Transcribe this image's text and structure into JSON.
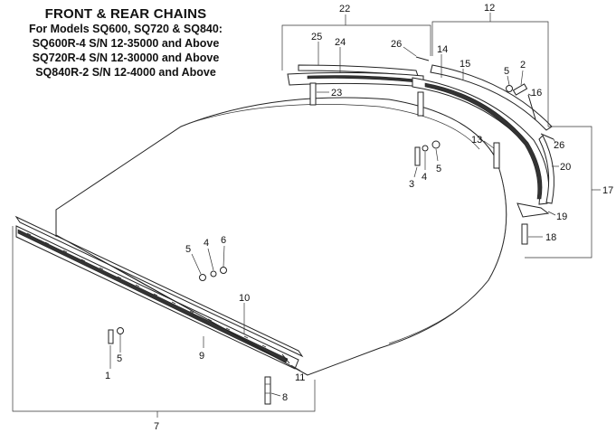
{
  "title": {
    "main": "FRONT & REAR CHAINS",
    "lines": [
      "For Models SQ600, SQ720 & SQ840:",
      "SQ600R-4 S/N 12-35000 and Above",
      "SQ720R-4 S/N 12-30000 and Above",
      "SQ840R-2 S/N 12-4000 and Above"
    ]
  },
  "callouts": {
    "c1": "1",
    "c2": "2",
    "c3": "3",
    "c4a": "4",
    "c4b": "4",
    "c5a": "5",
    "c5b": "5",
    "c5c": "5",
    "c5d": "5",
    "c6": "6",
    "c7": "7",
    "c8": "8",
    "c9": "9",
    "c10": "10",
    "c11": "11",
    "c12": "12",
    "c13": "13",
    "c14": "14",
    "c15": "15",
    "c16": "16",
    "c17": "17",
    "c18": "18",
    "c19": "19",
    "c20": "20",
    "c22": "22",
    "c23": "23",
    "c24": "24",
    "c25": "25",
    "c26a": "26",
    "c26b": "26"
  }
}
